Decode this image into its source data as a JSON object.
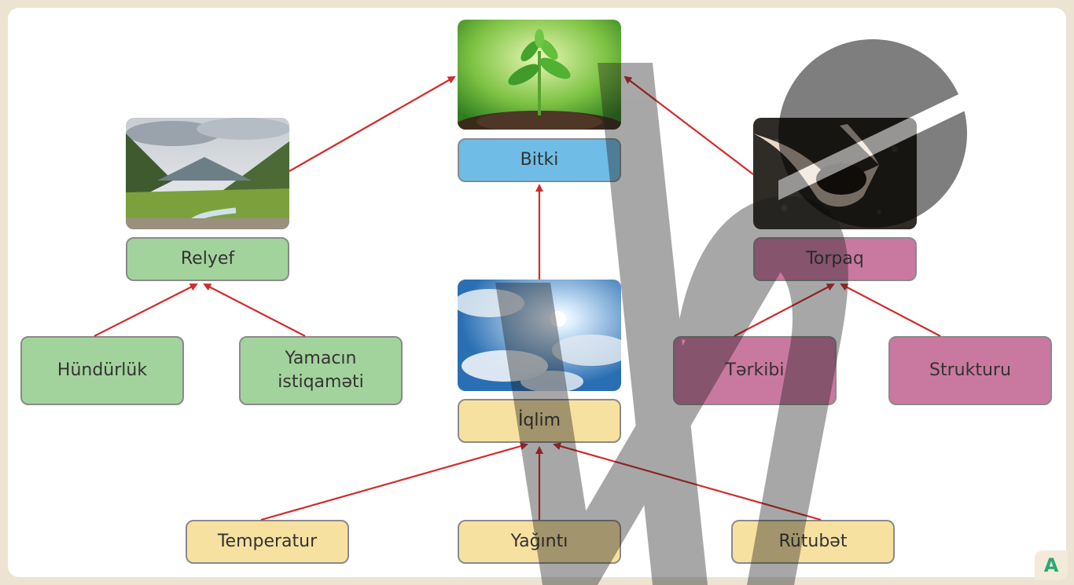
{
  "center": {
    "plant": "Bitki"
  },
  "left": {
    "relief": "Relyef",
    "children": [
      "Hündürlük",
      "Yamacın istiqaməti"
    ]
  },
  "right": {
    "soil": "Torpaq",
    "children": [
      "Tərkibi",
      "Strukturu"
    ]
  },
  "middle": {
    "climate": "İqlim",
    "children": [
      "Temperatur",
      "Yağıntı",
      "Rütubət"
    ]
  },
  "images": {
    "plant": "seedling-photo",
    "relief": "mountain-valley-photo",
    "soil": "hands-holding-soil-photo",
    "climate": "sun-clouds-sky-photo"
  },
  "colors": {
    "green": "#a3d39c",
    "blue": "#6fbde6",
    "pink": "#c9799f",
    "yellow": "#f7e1a0",
    "arrow": "#d22b2b"
  },
  "corner_badge": "A"
}
